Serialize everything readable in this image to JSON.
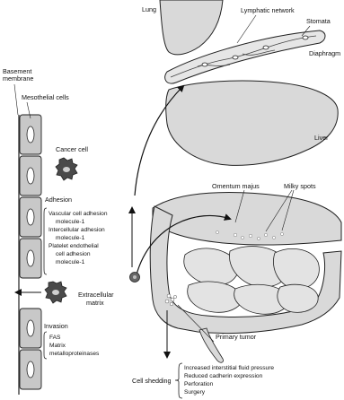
{
  "labels": {
    "lung": "Lung",
    "lymphatic_network": "Lymphatic network",
    "stomata": "Stomata",
    "diaphragm": "Diaphragm",
    "liver": "Liver",
    "basement_membrane_1": "Basement",
    "basement_membrane_2": "membrane",
    "mesothelial_cells": "Mesothelial cells",
    "cancer_cell": "Cancer cell",
    "adhesion": "Adhesion",
    "omentum_majus": "Omentum majus",
    "milky_spots": "Milky spots",
    "extracellular_1": "Extracellular",
    "extracellular_2": "matrix",
    "invasion": "Invasion",
    "primary_tumor": "Primary tumor",
    "cell_shedding": "Cell shedding"
  },
  "adhesion_molecules": [
    "Vascular cell adhesion",
    "molecule-1",
    "Intercellular adhesion",
    "molecule-1",
    "Platelet endothelial",
    "cell adhesion",
    "molecule-1"
  ],
  "invasion_factors": [
    "FAS",
    "Matrix",
    "metalloproteinases"
  ],
  "shedding_causes": [
    "Increased interstitial fluid pressure",
    "Reduced cadherin expression",
    "Perforation",
    "Surgery"
  ],
  "colors": {
    "outline": "#222222",
    "organ_fill": "#d9d9d9",
    "cell_fill": "#bdbdbd",
    "dark_cell": "#3a3a3a"
  }
}
